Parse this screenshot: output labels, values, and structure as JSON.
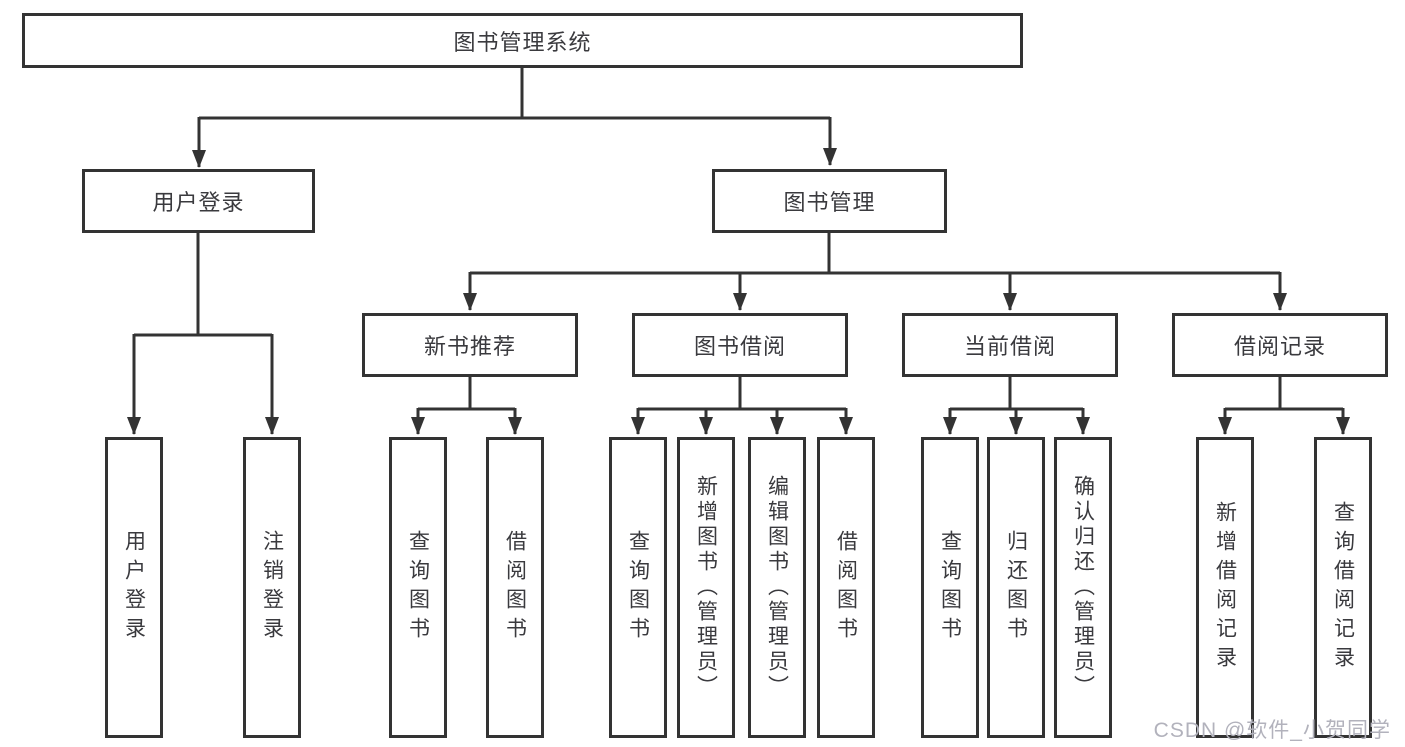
{
  "diagram": {
    "root": "图书管理系统",
    "level2": {
      "user_login": "用户登录",
      "book_management": "图书管理"
    },
    "level3": {
      "new_book_recommend": "新书推荐",
      "book_borrow": "图书借阅",
      "current_borrow": "当前借阅",
      "borrow_record": "借阅记录"
    },
    "leaves": {
      "user_login": "用户登录",
      "logout": "注销登录",
      "nb_query_book": "查询图书",
      "nb_borrow_book": "借阅图书",
      "bb_query_book": "查询图书",
      "bb_add_book_admin": "新增图书（管理员）",
      "bb_edit_book_admin": "编辑图书（管理员）",
      "bb_borrow_book": "借阅图书",
      "cb_query_book": "查询图书",
      "cb_return_book": "归还图书",
      "cb_confirm_return_admin": "确认归还（管理员）",
      "br_add_record": "新增借阅记录",
      "br_query_record": "查询借阅记录"
    },
    "colors": {
      "line": "#333333",
      "text": "#3a3a3e",
      "watermark": "#b2b2bc",
      "background": "#ffffff"
    }
  },
  "watermark": "CSDN @软件_小贺同学"
}
